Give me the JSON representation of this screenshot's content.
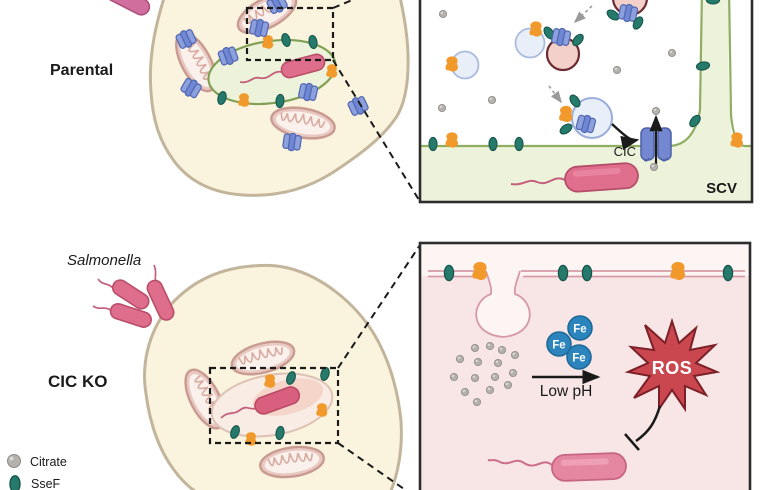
{
  "labels": {
    "parental": "Parental",
    "salmonella": "Salmonella",
    "cic_ko": "CIC KO",
    "cic": "CIC",
    "scv": "SCV",
    "low_ph": "Low pH",
    "ros": "ROS",
    "fe": "Fe"
  },
  "legend": {
    "items": [
      {
        "name": "citrate",
        "label": "Citrate",
        "color": "#b5b2ae"
      },
      {
        "name": "ssef",
        "label": "SseF",
        "color": "#267a6c"
      }
    ]
  },
  "colors": {
    "cell_fill": "#faf3dd",
    "cell_outline": "#c3b59b",
    "mitochondria_fill": "#f3ded9",
    "mitochondria_outline": "#cfa095",
    "cic_transporter_blue": "#6f87d4",
    "ssef_teal": "#267a6c",
    "orange_protein": "#f19a2b",
    "citrate_gray": "#b5b2ae",
    "scv_lumen_green": "#edf3da",
    "scv_membrane_green": "#8fae62",
    "salmonella_pink": "#df6e8c",
    "fe_blue": "#2b84bc",
    "ros_red": "#ca4750",
    "ko_scv_pink": "#f8ece5",
    "panel_pink": "#f8e5e5"
  }
}
